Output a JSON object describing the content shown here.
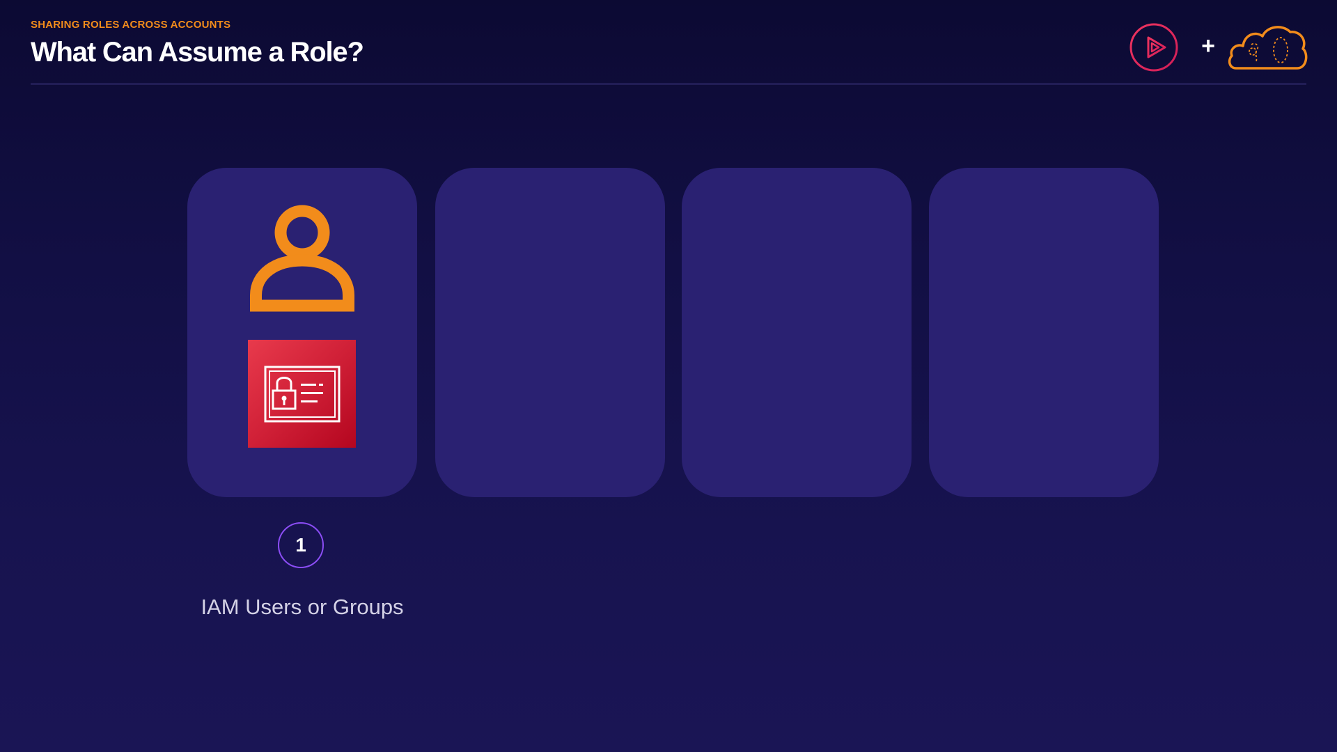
{
  "header": {
    "eyebrow": "SHARING ROLES ACROSS ACCOUNTS",
    "title": "What Can Assume a Role?"
  },
  "logos": {
    "play_icon": "pluralsight-play-icon",
    "plus": "+",
    "cloud_icon": "acloudguru-cloud-icon"
  },
  "cards": [
    {
      "icons": [
        "user-icon",
        "iam-identity-icon"
      ],
      "step_number": "1",
      "label": "IAM Users or Groups"
    },
    {},
    {},
    {}
  ],
  "colors": {
    "accent_orange": "#f28c1b",
    "card_bg": "#2a2172",
    "iam_red": "#d02037",
    "step_ring": "#8b4df5",
    "brand_pink": "#e8265a"
  }
}
